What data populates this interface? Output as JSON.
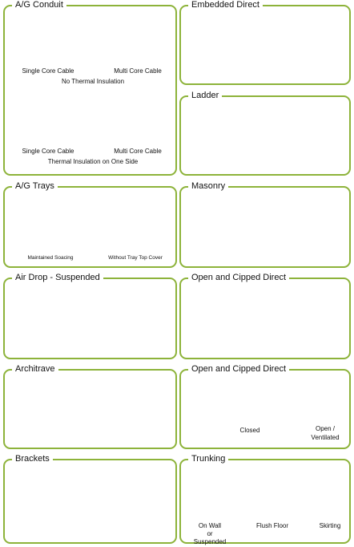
{
  "panels": {
    "ag_conduit": {
      "title": "A/G Conduit",
      "single_core_cable_1": "Single Core Cable",
      "multi_core_cable_1": "Multi Core Cable",
      "no_thermal_insulation": "No Thermal Insulation",
      "single_core_cable_2": "Single Core Cable",
      "multi_core_cable_2": "Multi Core Cable",
      "thermal_insulation_one_side": "Thermal Insulation on One Side"
    },
    "embedded_direct": {
      "title": "Embedded Direct"
    },
    "ladder": {
      "title": "Ladder"
    },
    "ag_trays": {
      "title": "A/G Trays",
      "maintained_spacing": "Maintained Soacing",
      "without_tray_top_cover": "Without Tray Top Cover"
    },
    "masonry": {
      "title": "Masonry"
    },
    "air_drop": {
      "title": "Air Drop - Suspended"
    },
    "open_clipped_1": {
      "title": "Open and Cipped Direct"
    },
    "architrave": {
      "title": "Architrave"
    },
    "open_clipped_2": {
      "title": "Open and Cipped Direct",
      "closed": "Closed",
      "open_line1": "Open /",
      "open_line2": "Ventilated"
    },
    "brackets": {
      "title": "Brackets"
    },
    "trunking": {
      "title": "Trunking",
      "on_wall_line1": "On Wall",
      "on_wall_line2": "or",
      "on_wall_line3": "Suspended",
      "flush_floor": "Flush Floor",
      "skirting": "Skirting"
    }
  },
  "colors": {
    "panel_border": "#8db33a",
    "cable_core": "#d35c2b",
    "cable_sheath": "#555555",
    "earth": "#a9804f",
    "concrete": "#d9d9d9",
    "architrave_timber": "#9c3a1e"
  }
}
